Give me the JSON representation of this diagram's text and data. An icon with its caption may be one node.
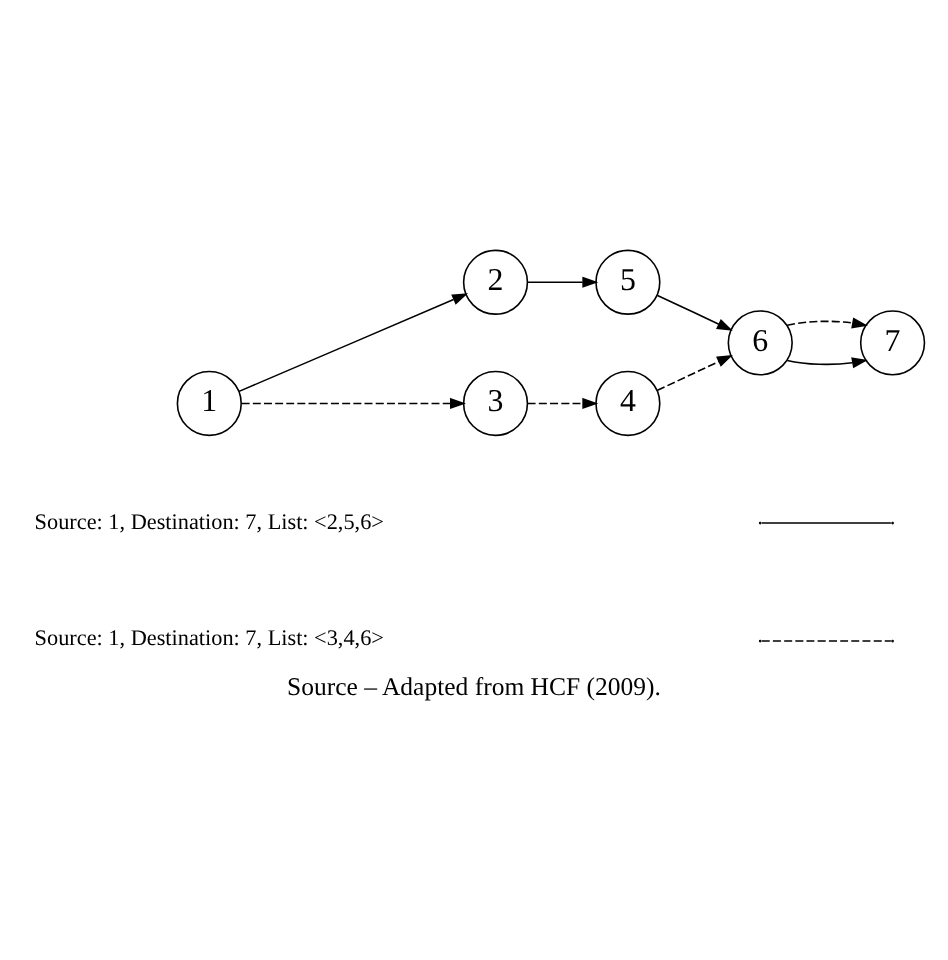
{
  "diagram": {
    "caption": "Source – Adapted from HCF (2009).",
    "nodes": [
      {
        "text": [
          "1"
        ]
      },
      {
        "text": [
          "2"
        ]
      },
      {
        "text": [
          "5"
        ]
      },
      {
        "text": [
          "6"
        ]
      },
      {
        "text": [
          "7"
        ]
      },
      {
        "text": [
          "3"
        ]
      },
      {
        "text": [
          "4"
        ]
      }
    ],
    "edges": [
      {
        "from": 0,
        "to": 1,
        "arrow": "to"
      },
      {
        "from": 1,
        "to": 2,
        "arrow": "to"
      },
      {
        "from": 2,
        "to": 3,
        "arrow": "to"
      },
      {
        "from": 3,
        "to": 4,
        "arrow": "to"
      },
      {
        "from": 0,
        "to": 5,
        "arrow": "to",
        "style": "dashed"
      },
      {
        "from": 5,
        "to": 6,
        "arrow": "to",
        "style": "dashed"
      },
      {
        "from": 6,
        "to": 3,
        "arrow": "to",
        "style": "dashed"
      },
      {
        "from": 3,
        "to": 4,
        "arrow": "to",
        "style": "dashed"
      }
    ],
    "legend": [
      {
        "text": "Source: 1, Destination: 7, List: <2,5,6>"
      },
      {
        "text": "Source: 1, Destination: 7, List: <3,4,6>"
      }
    ]
  }
}
